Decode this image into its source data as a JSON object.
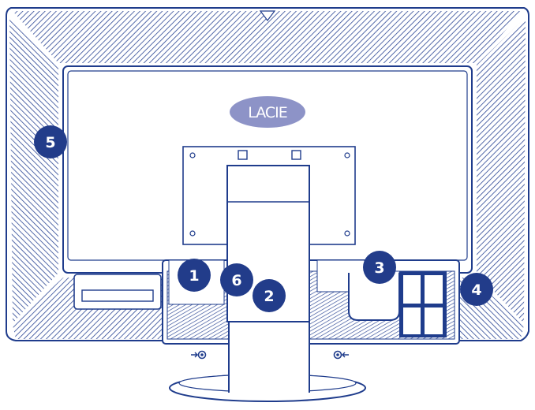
{
  "logo": {
    "text": "LACIE"
  },
  "colors": {
    "outline": "#1f3c8c",
    "callout": "#223c8a",
    "logo_fill": "#8d93c7",
    "hatch": "#2a4594",
    "background": "#ffffff"
  },
  "callouts": [
    {
      "id": "1",
      "label": "1"
    },
    {
      "id": "2",
      "label": "2"
    },
    {
      "id": "3",
      "label": "3"
    },
    {
      "id": "4",
      "label": "4"
    },
    {
      "id": "5",
      "label": "5"
    },
    {
      "id": "6",
      "label": "6"
    }
  ],
  "connectors": [
    {
      "name": "usb-downstream-left",
      "icon": "usb-icon"
    },
    {
      "name": "usb-downstream-right",
      "icon": "usb-icon"
    }
  ]
}
